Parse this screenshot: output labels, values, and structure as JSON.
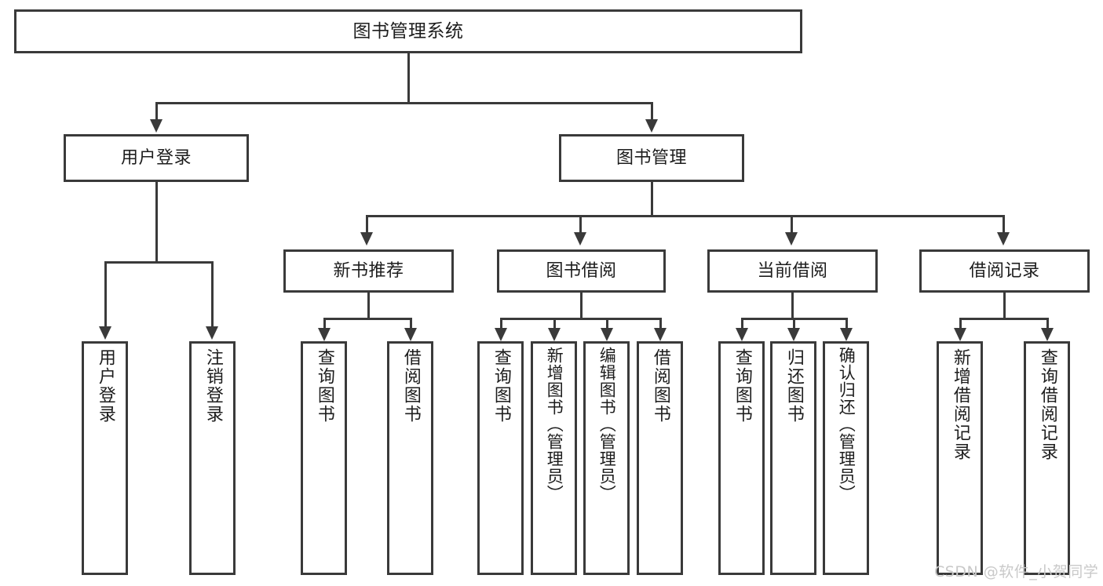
{
  "diagram": {
    "type": "tree-hierarchy",
    "title": "图书管理系统",
    "root": {
      "label": "图书管理系统"
    },
    "level1": [
      {
        "label": "用户登录"
      },
      {
        "label": "图书管理"
      }
    ],
    "level2": [
      {
        "label": "新书推荐",
        "parent": "图书管理"
      },
      {
        "label": "图书借阅",
        "parent": "图书管理"
      },
      {
        "label": "当前借阅",
        "parent": "图书管理"
      },
      {
        "label": "借阅记录",
        "parent": "图书管理"
      }
    ],
    "leaves": {
      "user_login": [
        {
          "label": "用户登录"
        },
        {
          "label": "注销登录"
        }
      ],
      "new_book_recommend": [
        {
          "label": "查询图书"
        },
        {
          "label": "借阅图书"
        }
      ],
      "book_borrow": [
        {
          "label": "查询图书"
        },
        {
          "label": "新增图书（管理员）"
        },
        {
          "label": "编辑图书（管理员）"
        },
        {
          "label": "借阅图书"
        }
      ],
      "current_borrow": [
        {
          "label": "查询图书"
        },
        {
          "label": "归还图书"
        },
        {
          "label": "确认归还（管理员）"
        }
      ],
      "borrow_record": [
        {
          "label": "新增借阅记录"
        },
        {
          "label": "查询借阅记录"
        }
      ]
    }
  },
  "watermark": {
    "text": "CSDN @软件_小贺同学"
  },
  "colors": {
    "stroke": "#3a3a3a",
    "text": "#1d1d1d",
    "background": "#ffffff",
    "watermark": "#c9c9c9"
  }
}
